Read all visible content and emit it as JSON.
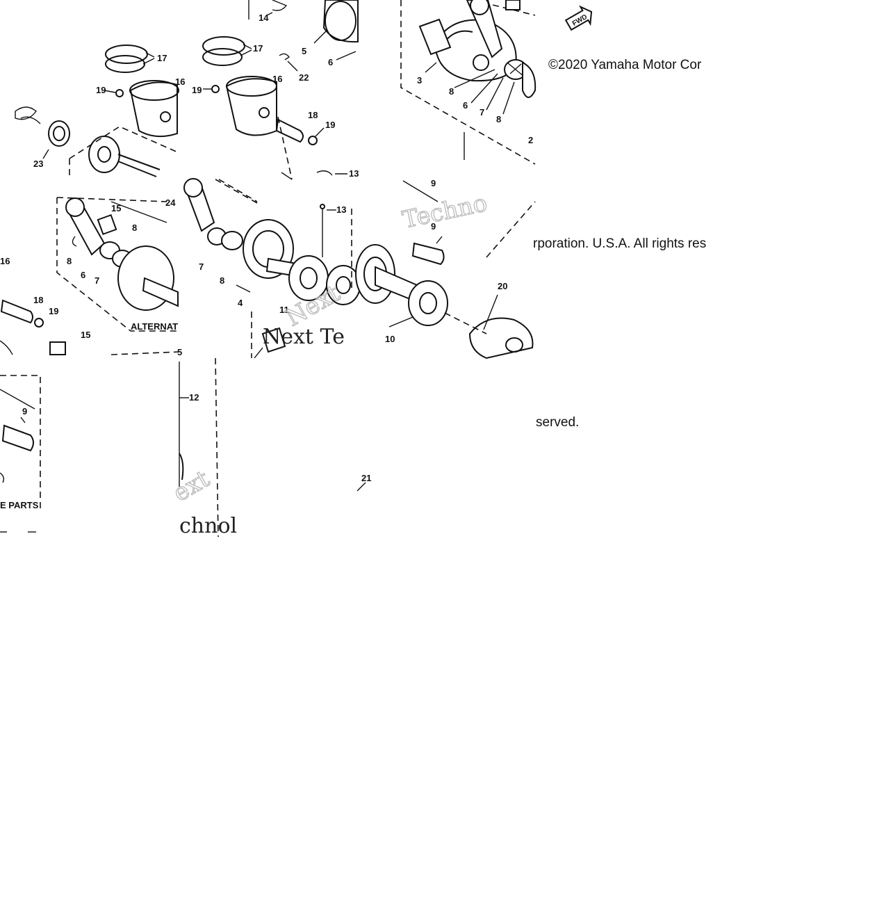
{
  "copyright": {
    "line1": "©2020 Yamaha Motor Cor",
    "line2": "rporation. U.S.A. All rights res",
    "line3": "served."
  },
  "badges": {
    "fwd": "FWD"
  },
  "captions": {
    "alternate": "ALTERNAT",
    "spare_parts": "E PARTS"
  },
  "watermarks": {
    "w1": "Techno",
    "w2": "Next",
    "w3": "Next Te",
    "w4": "chnol",
    "w5": "ext"
  },
  "callouts": {
    "c14": "14",
    "c17a": "17",
    "c17b": "17",
    "c19a": "19",
    "c19b": "19",
    "c19c": "19",
    "c19d": "19",
    "c16a": "16",
    "c16b": "16",
    "c16c": "16",
    "c22": "22",
    "c18a": "18",
    "c18b": "18",
    "c5a": "5",
    "c5b": "5",
    "c6a": "6",
    "c6b": "6",
    "c6c": "6",
    "c3": "3",
    "c8a": "8",
    "c8b": "8",
    "c8c": "8",
    "c8d": "8",
    "c8e": "8",
    "c7a": "7",
    "c7b": "7",
    "c7c": "7",
    "c2": "2",
    "c23": "23",
    "c24": "24",
    "c15a": "15",
    "c15b": "15",
    "c13a": "13",
    "c13b": "13",
    "c9a": "9",
    "c9b": "9",
    "c9c": "9",
    "c4": "4",
    "c11": "11",
    "c10": "10",
    "c20": "20",
    "c12": "12",
    "c21": "21"
  }
}
